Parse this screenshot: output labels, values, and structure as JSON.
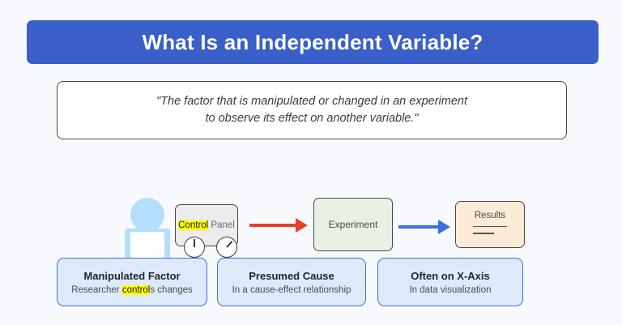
{
  "slide": {
    "background_color": "#f7f9fc",
    "title": "What Is an Independent Variable?",
    "title_banner_color": "#3a5fc8"
  },
  "quote": {
    "line1": "\"The factor that is manipulated or changed in an experiment",
    "line2": "to observe its effect on another variable.\""
  },
  "diagram": {
    "person": {
      "name": "researcher-figure",
      "color": "#b3dffc"
    },
    "control_panel": {
      "label_highlighted": "Control",
      "label_rest": " Panel",
      "highlight_color": "#ffff00",
      "fill_color": "#ececec",
      "dials": [
        {
          "name": "dial-left",
          "angle_deg": 0
        },
        {
          "name": "dial-right",
          "angle_deg": 42
        }
      ]
    },
    "arrow_red": {
      "color": "#e8402a",
      "from": "Control Panel",
      "to": "Experiment"
    },
    "experiment_box": {
      "label": "Experiment",
      "fill_color": "#e7f1e4"
    },
    "arrow_blue": {
      "color": "#3b6fe0",
      "from": "Experiment",
      "to": "Results"
    },
    "results_box": {
      "label": "Results",
      "fill_color": "#fbebd7"
    }
  },
  "cards": [
    {
      "title": "Manipulated Factor",
      "sub_before": "Researcher ",
      "sub_highlight": "control",
      "sub_after": "s changes"
    },
    {
      "title": "Presumed Cause",
      "sub": "In a cause-effect relationship"
    },
    {
      "title": "Often on X-Axis",
      "sub": "In data visualization"
    }
  ],
  "card_style": {
    "fill_color": "#dceafb",
    "border_color": "#3b6fe0"
  }
}
